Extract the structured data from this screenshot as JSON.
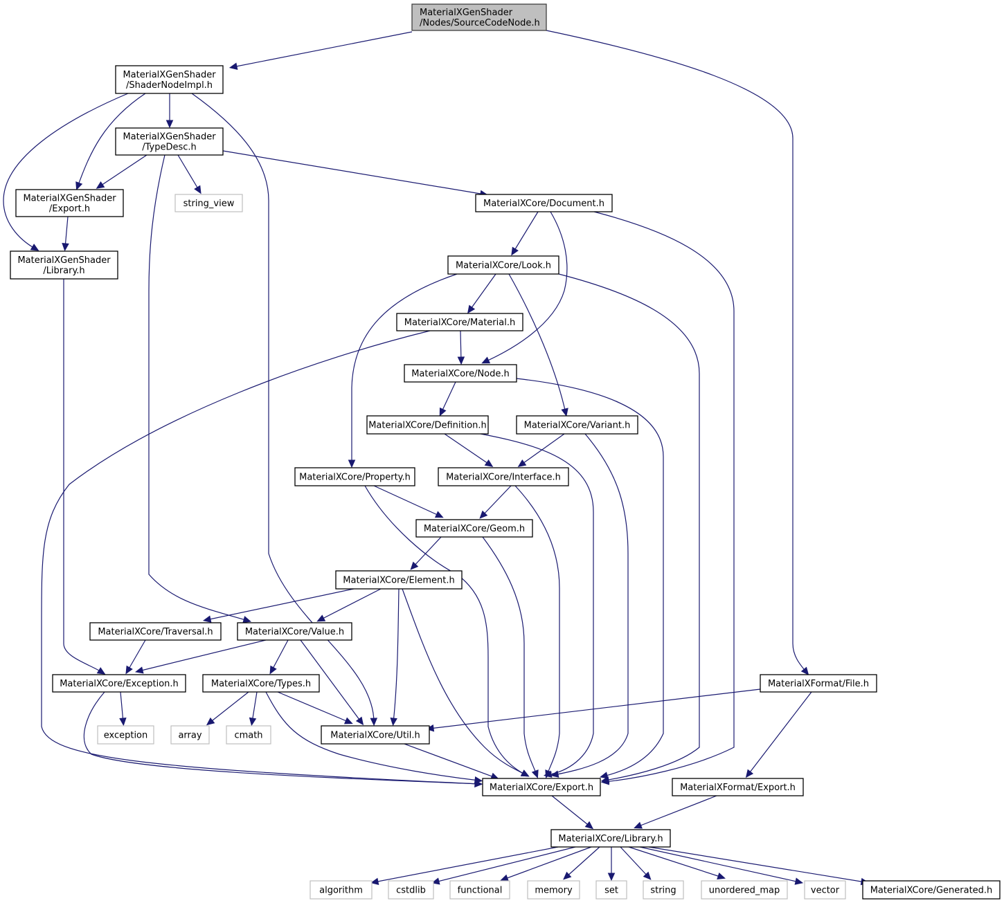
{
  "diagram": {
    "title": "MaterialXGenShader/Nodes/SourceCodeNode.h include dependency graph",
    "colors": {
      "edge": "#191970",
      "root_fill": "#bfbfbf",
      "node_border": "#000000",
      "external_border": "#bfbfbf"
    },
    "nodes": [
      {
        "id": "root",
        "lines": [
          "MaterialXGenShader",
          "/Nodes/SourceCodeNode.h"
        ],
        "kind": "root"
      },
      {
        "id": "shadernodeimpl",
        "lines": [
          "MaterialXGenShader",
          "/ShaderNodeImpl.h"
        ],
        "kind": "internal"
      },
      {
        "id": "typedesc",
        "lines": [
          "MaterialXGenShader",
          "/TypeDesc.h"
        ],
        "kind": "internal"
      },
      {
        "id": "genexport",
        "lines": [
          "MaterialXGenShader",
          "/Export.h"
        ],
        "kind": "internal"
      },
      {
        "id": "genlibrary",
        "lines": [
          "MaterialXGenShader",
          "/Library.h"
        ],
        "kind": "internal"
      },
      {
        "id": "string_view",
        "lines": [
          "string_view"
        ],
        "kind": "external"
      },
      {
        "id": "document",
        "lines": [
          "MaterialXCore/Document.h"
        ],
        "kind": "internal"
      },
      {
        "id": "look",
        "lines": [
          "MaterialXCore/Look.h"
        ],
        "kind": "internal"
      },
      {
        "id": "material",
        "lines": [
          "MaterialXCore/Material.h"
        ],
        "kind": "internal"
      },
      {
        "id": "node",
        "lines": [
          "MaterialXCore/Node.h"
        ],
        "kind": "internal"
      },
      {
        "id": "definition",
        "lines": [
          "MaterialXCore/Definition.h"
        ],
        "kind": "internal"
      },
      {
        "id": "variant",
        "lines": [
          "MaterialXCore/Variant.h"
        ],
        "kind": "internal"
      },
      {
        "id": "property",
        "lines": [
          "MaterialXCore/Property.h"
        ],
        "kind": "internal"
      },
      {
        "id": "interface",
        "lines": [
          "MaterialXCore/Interface.h"
        ],
        "kind": "internal"
      },
      {
        "id": "geom",
        "lines": [
          "MaterialXCore/Geom.h"
        ],
        "kind": "internal"
      },
      {
        "id": "element",
        "lines": [
          "MaterialXCore/Element.h"
        ],
        "kind": "internal"
      },
      {
        "id": "traversal",
        "lines": [
          "MaterialXCore/Traversal.h"
        ],
        "kind": "internal"
      },
      {
        "id": "value",
        "lines": [
          "MaterialXCore/Value.h"
        ],
        "kind": "internal"
      },
      {
        "id": "exception_h",
        "lines": [
          "MaterialXCore/Exception.h"
        ],
        "kind": "internal"
      },
      {
        "id": "types",
        "lines": [
          "MaterialXCore/Types.h"
        ],
        "kind": "internal"
      },
      {
        "id": "fileh",
        "lines": [
          "MaterialXFormat/File.h"
        ],
        "kind": "internal"
      },
      {
        "id": "exception",
        "lines": [
          "exception"
        ],
        "kind": "external"
      },
      {
        "id": "array",
        "lines": [
          "array"
        ],
        "kind": "external"
      },
      {
        "id": "cmath",
        "lines": [
          "cmath"
        ],
        "kind": "external"
      },
      {
        "id": "util",
        "lines": [
          "MaterialXCore/Util.h"
        ],
        "kind": "internal"
      },
      {
        "id": "coreexport",
        "lines": [
          "MaterialXCore/Export.h"
        ],
        "kind": "internal"
      },
      {
        "id": "formatexport",
        "lines": [
          "MaterialXFormat/Export.h"
        ],
        "kind": "internal"
      },
      {
        "id": "corelibrary",
        "lines": [
          "MaterialXCore/Library.h"
        ],
        "kind": "internal"
      },
      {
        "id": "algorithm",
        "lines": [
          "algorithm"
        ],
        "kind": "external"
      },
      {
        "id": "cstdlib",
        "lines": [
          "cstdlib"
        ],
        "kind": "external"
      },
      {
        "id": "functional",
        "lines": [
          "functional"
        ],
        "kind": "external"
      },
      {
        "id": "memory",
        "lines": [
          "memory"
        ],
        "kind": "external"
      },
      {
        "id": "set",
        "lines": [
          "set"
        ],
        "kind": "external"
      },
      {
        "id": "string",
        "lines": [
          "string"
        ],
        "kind": "external"
      },
      {
        "id": "unordered_map",
        "lines": [
          "unordered_map"
        ],
        "kind": "external"
      },
      {
        "id": "vector",
        "lines": [
          "vector"
        ],
        "kind": "external"
      },
      {
        "id": "generated",
        "lines": [
          "MaterialXCore/Generated.h"
        ],
        "kind": "internal"
      }
    ],
    "edges": [
      {
        "from": "root",
        "to": "shadernodeimpl"
      },
      {
        "from": "root",
        "to": "fileh"
      },
      {
        "from": "shadernodeimpl",
        "to": "typedesc"
      },
      {
        "from": "shadernodeimpl",
        "to": "genexport"
      },
      {
        "from": "shadernodeimpl",
        "to": "genlibrary"
      },
      {
        "from": "shadernodeimpl",
        "to": "util"
      },
      {
        "from": "typedesc",
        "to": "genexport"
      },
      {
        "from": "typedesc",
        "to": "string_view"
      },
      {
        "from": "typedesc",
        "to": "document"
      },
      {
        "from": "typedesc",
        "to": "value"
      },
      {
        "from": "genexport",
        "to": "genlibrary"
      },
      {
        "from": "genlibrary",
        "to": "exception_h"
      },
      {
        "from": "document",
        "to": "look"
      },
      {
        "from": "document",
        "to": "node"
      },
      {
        "from": "document",
        "to": "coreexport"
      },
      {
        "from": "look",
        "to": "material"
      },
      {
        "from": "look",
        "to": "property"
      },
      {
        "from": "look",
        "to": "variant"
      },
      {
        "from": "look",
        "to": "coreexport"
      },
      {
        "from": "material",
        "to": "node"
      },
      {
        "from": "material",
        "to": "coreexport"
      },
      {
        "from": "node",
        "to": "definition"
      },
      {
        "from": "node",
        "to": "coreexport"
      },
      {
        "from": "definition",
        "to": "interface"
      },
      {
        "from": "definition",
        "to": "coreexport"
      },
      {
        "from": "variant",
        "to": "interface"
      },
      {
        "from": "variant",
        "to": "coreexport"
      },
      {
        "from": "property",
        "to": "geom"
      },
      {
        "from": "property",
        "to": "coreexport"
      },
      {
        "from": "interface",
        "to": "geom"
      },
      {
        "from": "interface",
        "to": "coreexport"
      },
      {
        "from": "geom",
        "to": "element"
      },
      {
        "from": "geom",
        "to": "coreexport"
      },
      {
        "from": "element",
        "to": "traversal"
      },
      {
        "from": "element",
        "to": "value"
      },
      {
        "from": "element",
        "to": "util"
      },
      {
        "from": "element",
        "to": "coreexport"
      },
      {
        "from": "traversal",
        "to": "exception_h"
      },
      {
        "from": "value",
        "to": "exception_h"
      },
      {
        "from": "value",
        "to": "types"
      },
      {
        "from": "value",
        "to": "util"
      },
      {
        "from": "exception_h",
        "to": "exception"
      },
      {
        "from": "exception_h",
        "to": "coreexport"
      },
      {
        "from": "types",
        "to": "array"
      },
      {
        "from": "types",
        "to": "cmath"
      },
      {
        "from": "types",
        "to": "util"
      },
      {
        "from": "types",
        "to": "coreexport"
      },
      {
        "from": "util",
        "to": "coreexport"
      },
      {
        "from": "fileh",
        "to": "util"
      },
      {
        "from": "fileh",
        "to": "formatexport"
      },
      {
        "from": "coreexport",
        "to": "corelibrary"
      },
      {
        "from": "formatexport",
        "to": "corelibrary"
      },
      {
        "from": "corelibrary",
        "to": "algorithm"
      },
      {
        "from": "corelibrary",
        "to": "cstdlib"
      },
      {
        "from": "corelibrary",
        "to": "functional"
      },
      {
        "from": "corelibrary",
        "to": "memory"
      },
      {
        "from": "corelibrary",
        "to": "set"
      },
      {
        "from": "corelibrary",
        "to": "string"
      },
      {
        "from": "corelibrary",
        "to": "unordered_map"
      },
      {
        "from": "corelibrary",
        "to": "vector"
      },
      {
        "from": "corelibrary",
        "to": "generated"
      }
    ]
  }
}
